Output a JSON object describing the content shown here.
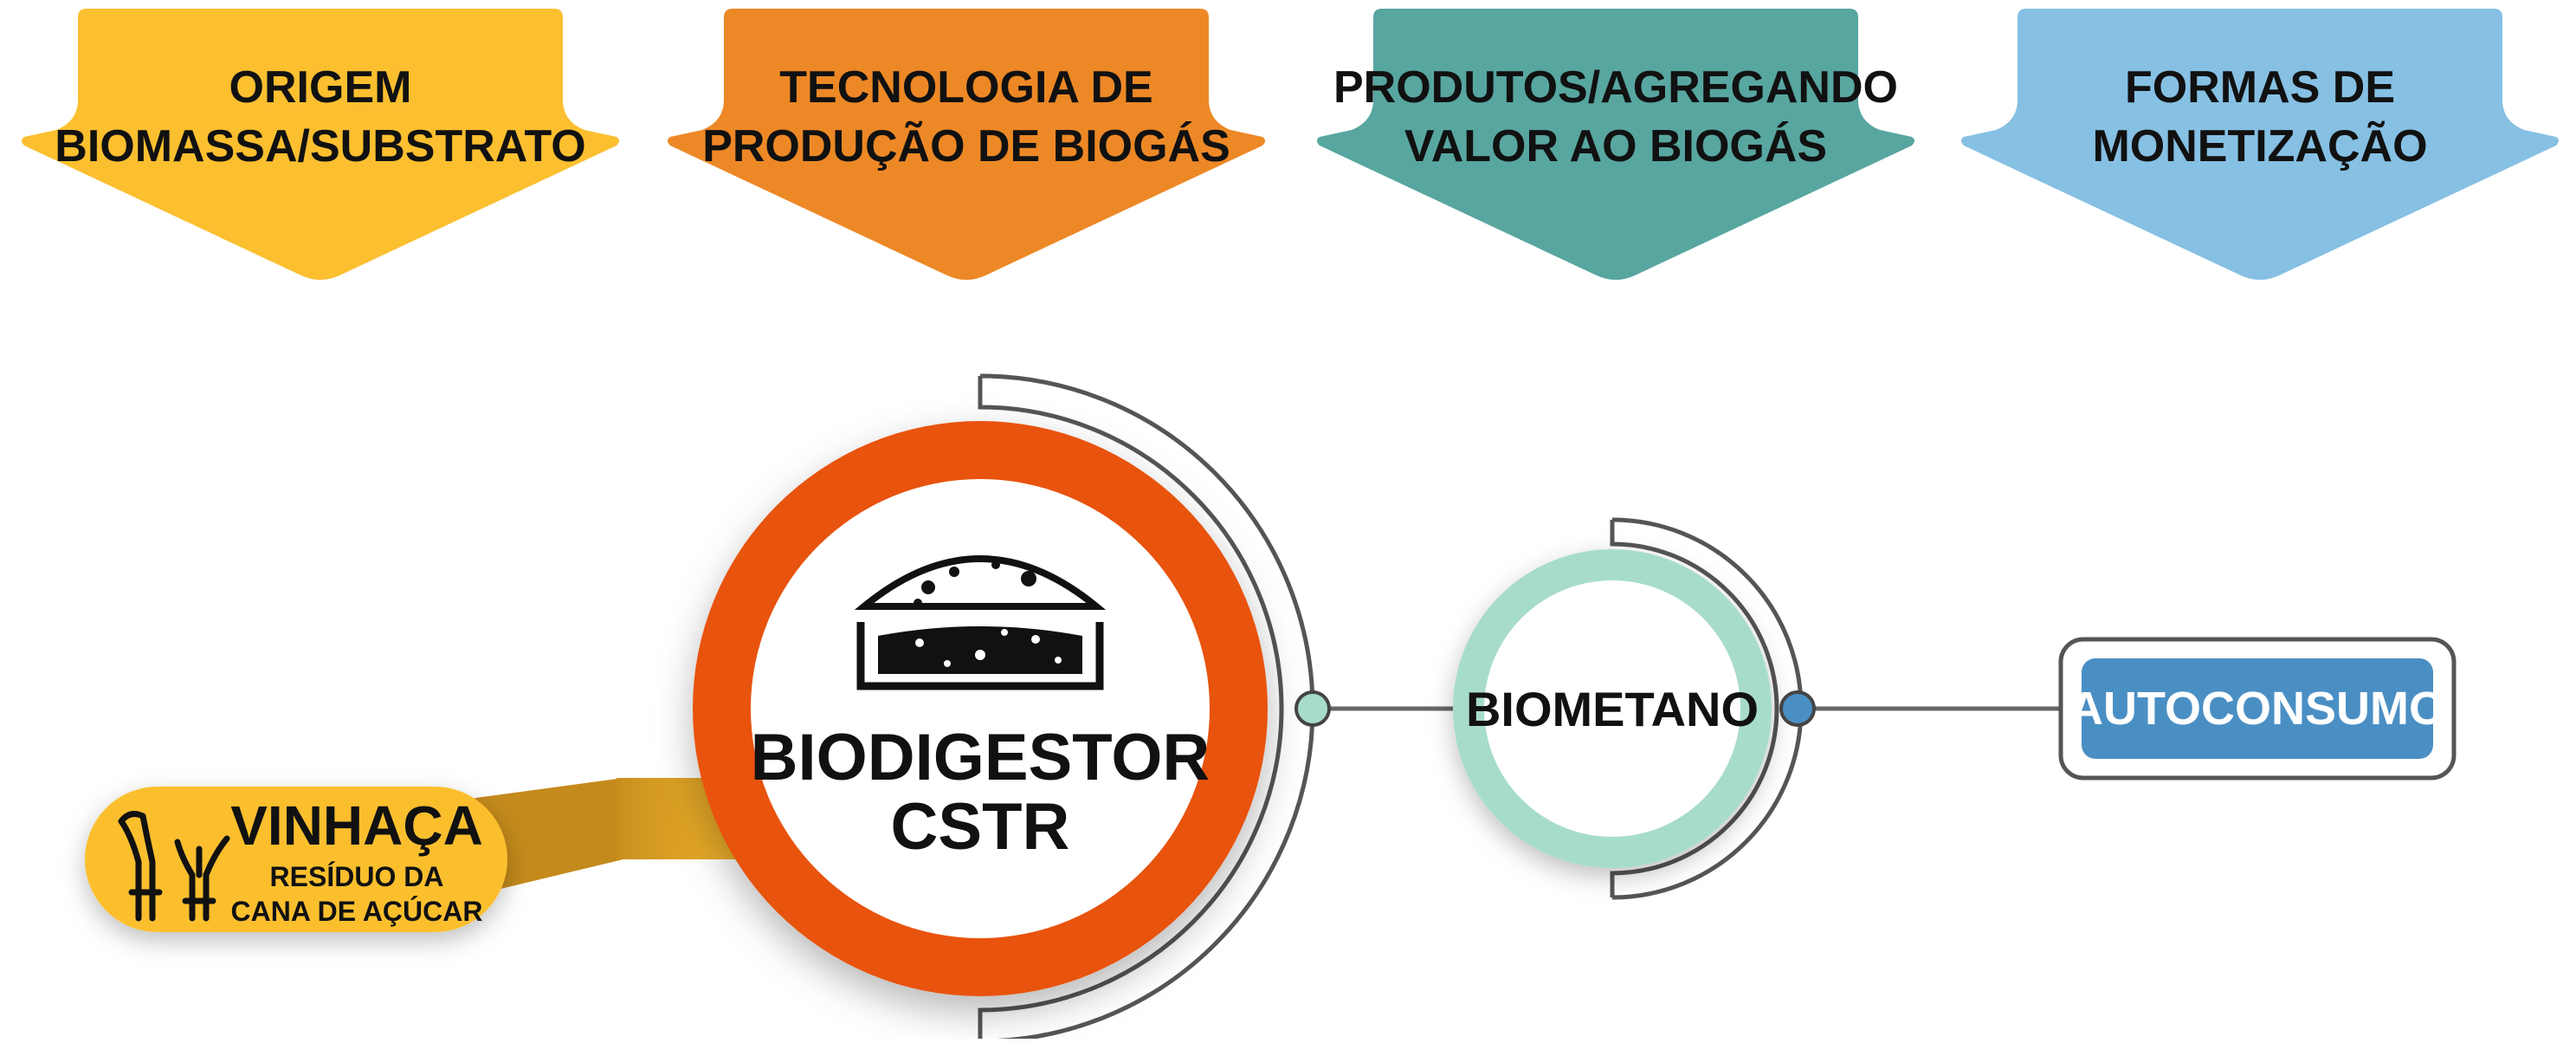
{
  "headers": [
    {
      "lines": [
        "ORIGEM",
        "BIOMASSA/SUBSTRATO"
      ],
      "color": "#FBBF2F"
    },
    {
      "lines": [
        "TECNOLOGIA DE",
        "PRODUÇÃO DE BIOGÁS"
      ],
      "color": "#ED8826"
    },
    {
      "lines": [
        "PRODUTOS/AGREGANDO",
        "VALOR AO BIOGÁS"
      ],
      "color": "#58A6A0"
    },
    {
      "lines": [
        "FORMAS DE",
        "MONETIZAÇÃO"
      ],
      "color": "#86C0E3"
    }
  ],
  "source": {
    "title": "VINHAÇA",
    "subtitle_lines": [
      "RESÍDUO DA",
      "CANA DE AÇÚCAR"
    ],
    "icon": "sugarcane-icon",
    "color": "#FBBF2F"
  },
  "technology": {
    "lines": [
      "BIODIGESTOR",
      "CSTR"
    ],
    "icon": "biodigester-icon",
    "ring_color": "#E8530E"
  },
  "product": {
    "label": "BIOMETANO",
    "ring_color": "#A7DCCB"
  },
  "monetization": {
    "label": "AUTOCONSUMO",
    "color": "#4A8FC4"
  }
}
